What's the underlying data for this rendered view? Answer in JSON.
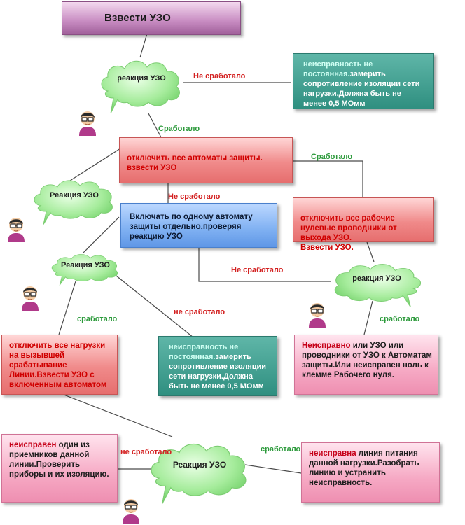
{
  "colors": {
    "failed_label": "#d32020",
    "worked_label": "#2c9a3b",
    "teal_box": "#2f8f80",
    "red_box": "#f08a8a",
    "blue_box": "#7fb0f2",
    "pink_box": "#f6a9c4",
    "title_box": "#c78bc1",
    "cloud": "#8ee08a"
  },
  "title": "Взвести УЗО",
  "clouds": {
    "c1": "реакция УЗО",
    "c2": "Реакция УЗО",
    "c3": "Реакция УЗО",
    "c4": "реакция УЗО",
    "c5": "Реакция УЗО"
  },
  "boxes": {
    "teal1": {
      "highlight": "неисправность не постоянная.",
      "text": "замерить сопротивление изоляции сети нагрузки.Должна быть не менее 0,5 МОмм"
    },
    "red1": {
      "text": "отключить все автоматы защиты.\nвзвести УЗО"
    },
    "blue1": {
      "text": "Включать по одному автомату защиты отдельно,проверяя реакцию УЗО"
    },
    "red2": {
      "text": "отключить все рабочие нулевые проводники от выхода УЗО.\nВзвести УЗО."
    },
    "red3": {
      "text": "отключить все нагрузки на вызывшей срабатывание Линии.Взвести УЗО с включенным автоматом"
    },
    "teal2": {
      "highlight": "неисправность не постоянная.",
      "text": "замерить сопротивление изоляции сети нагрузки.Должна быть не менее 0,5 МОмм"
    },
    "pink1": {
      "highlight": "Неисправно",
      "text": " или УЗО или проводники от УЗО к Автоматам защиты.Или неисправен ноль к клемме Рабочего нуля."
    },
    "pink2": {
      "highlight": "неисправен",
      "text": " один из приемников данной линии.Проверить приборы и их изоляцию."
    },
    "pink3": {
      "highlight": "неисправна",
      "text": " линия питания данной нагрузки.Разобрать линию и устранить неисправность."
    }
  },
  "edge_labels": {
    "l1": "Не сработало",
    "l2": "Сработало",
    "l3": "Сработало",
    "l4": "Не сработало",
    "l5": "Не сработало",
    "l6": "сработало",
    "l7": "не сработало",
    "l8": "сработало",
    "l9": "не сработало",
    "l10": "сработало"
  }
}
